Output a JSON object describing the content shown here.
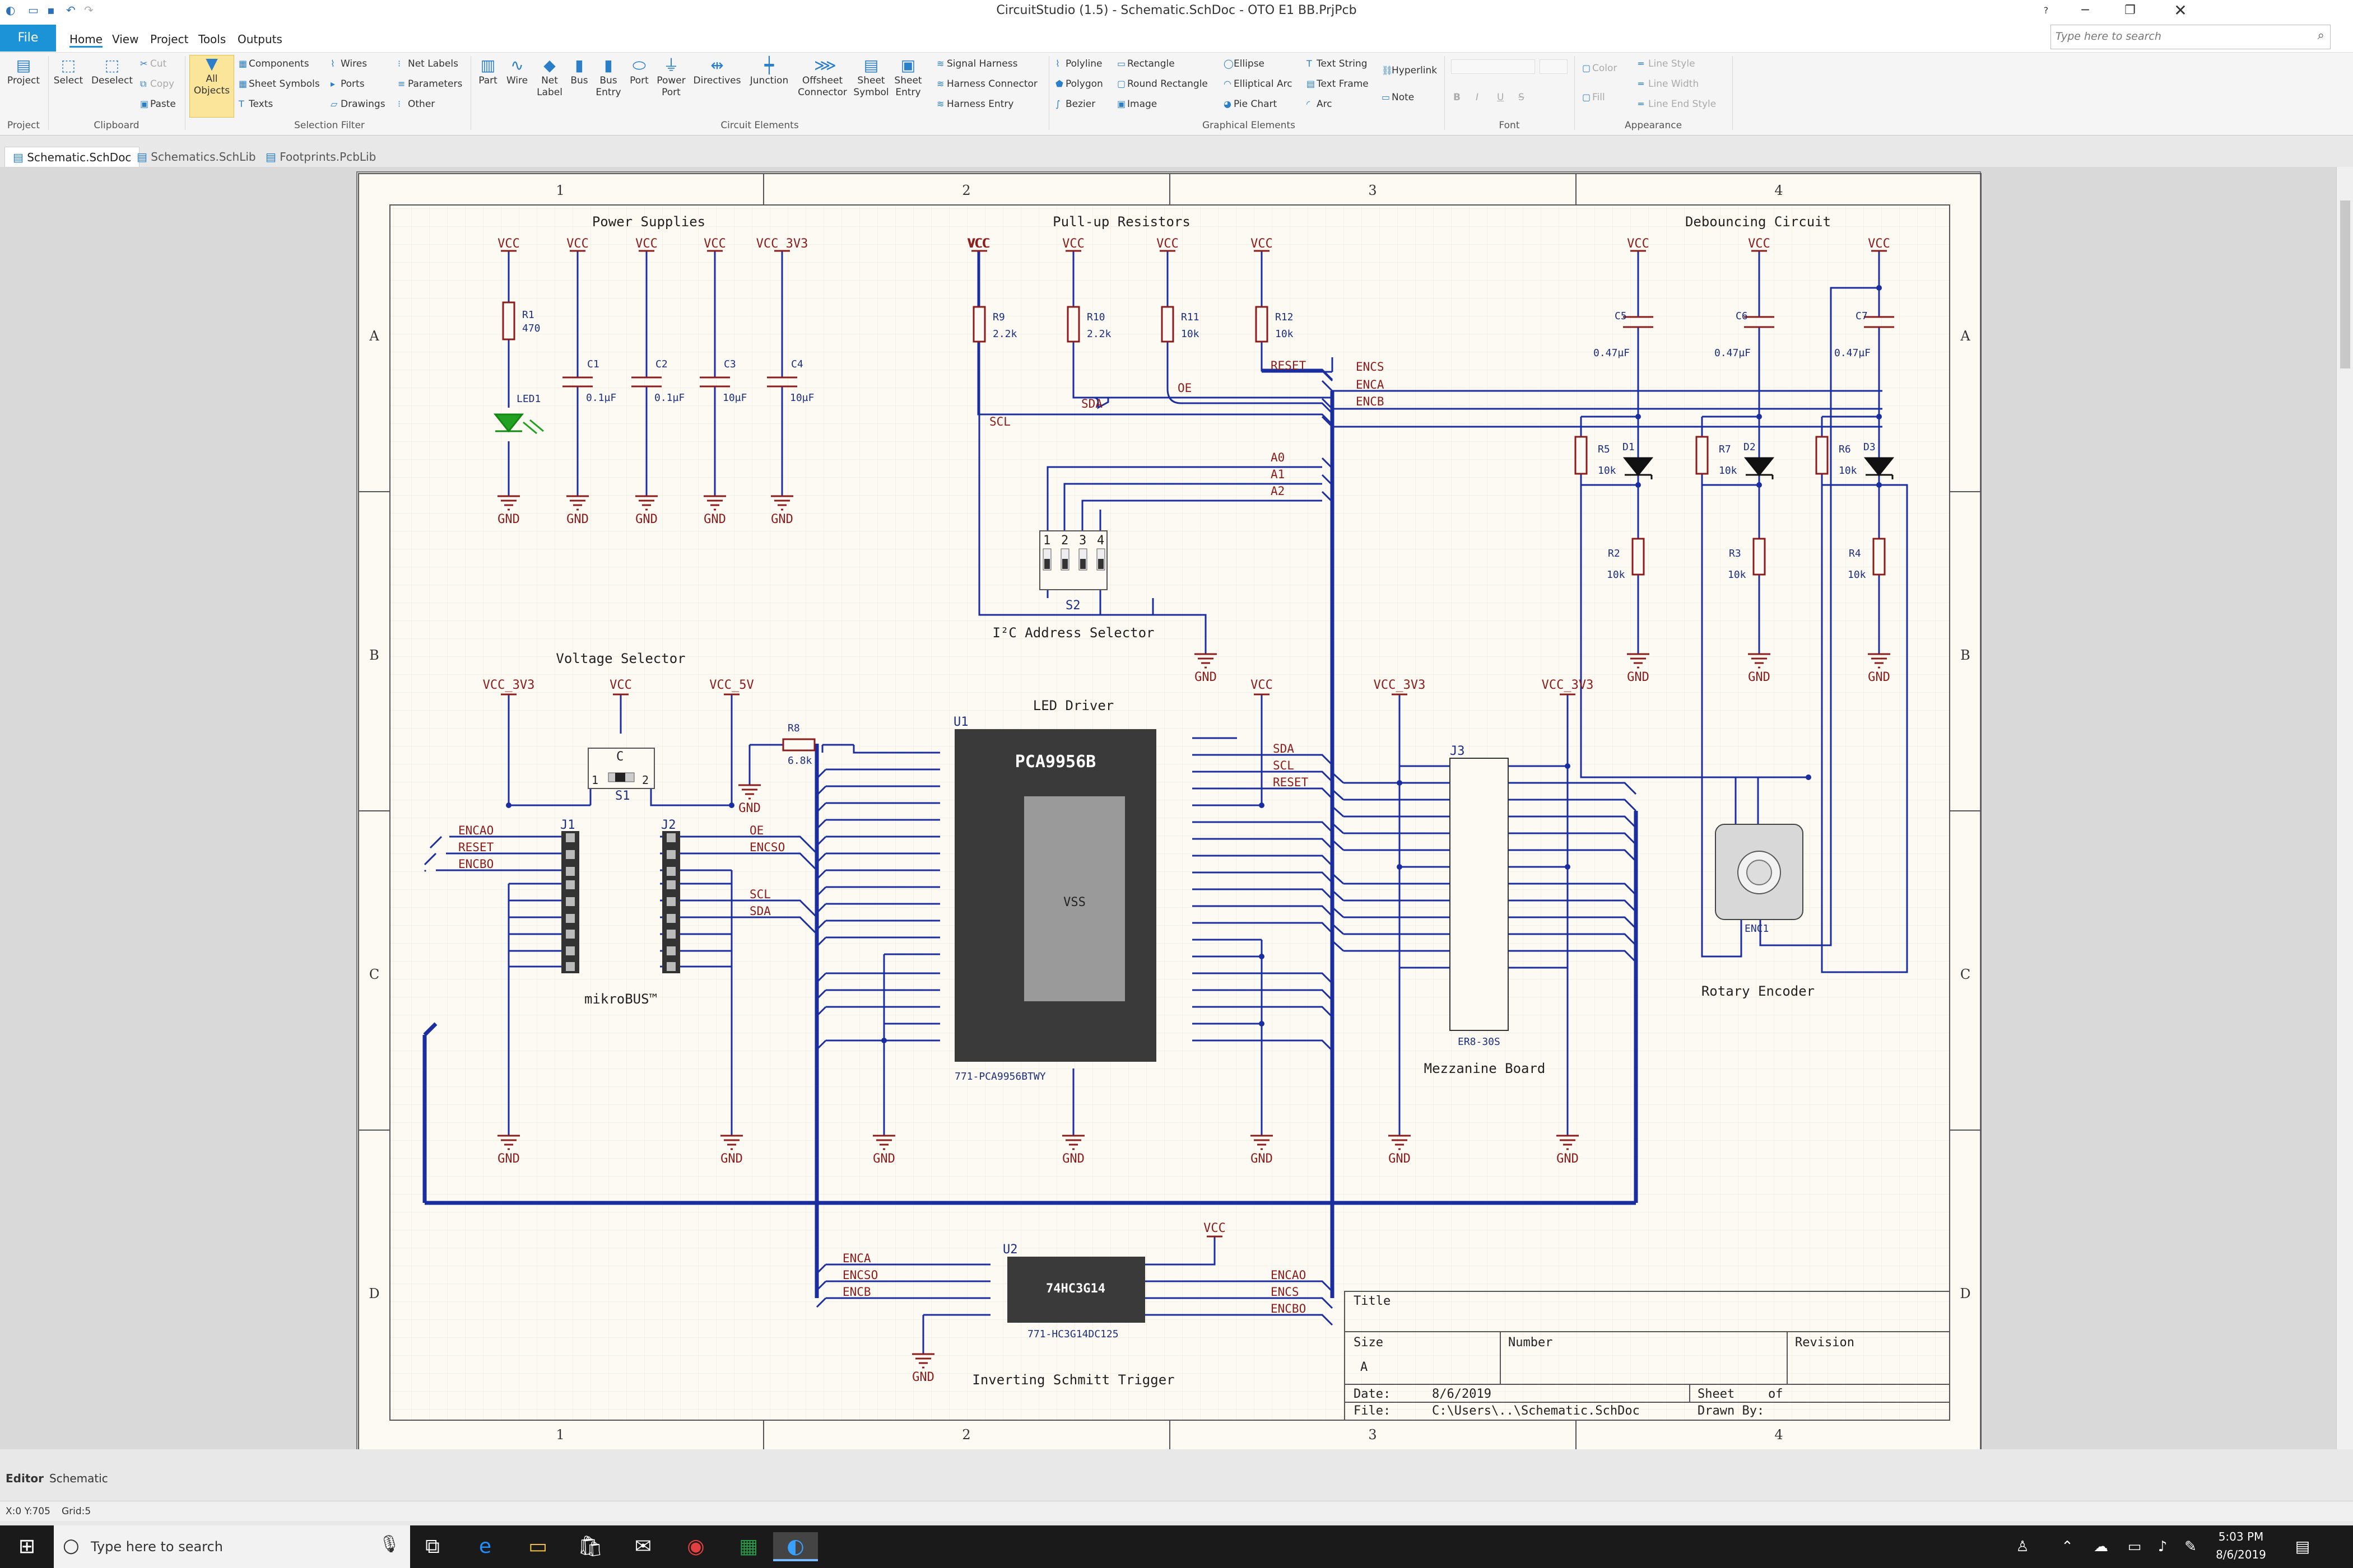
{
  "window": {
    "title": "CircuitStudio (1.5) - Schematic.SchDoc - OTO E1 BB.PrjPcb"
  },
  "menu": {
    "file": "File",
    "tabs": [
      "Home",
      "View",
      "Project",
      "Tools",
      "Outputs"
    ]
  },
  "search": {
    "placeholder": "Type here to search"
  },
  "ribbon": {
    "groups": {
      "project": "Project",
      "clipboard": "Clipboard",
      "selection_filter": "Selection Filter",
      "circuit_elements": "Circuit Elements",
      "graphical_elements": "Graphical Elements",
      "font": "Font",
      "appearance": "Appearance"
    },
    "project_btn": "Project",
    "select": "Select",
    "deselect": "Deselect",
    "cut": "Cut",
    "copy": "Copy",
    "paste": "Paste",
    "all_objects_1": "All",
    "all_objects_2": "Objects",
    "components": "Components",
    "sheet_symbols": "Sheet Symbols",
    "texts": "Texts",
    "wires": "Wires",
    "ports": "Ports",
    "drawings": "Drawings",
    "net_labels": "Net Labels",
    "parameters": "Parameters",
    "other": "Other",
    "part": "Part",
    "wire": "Wire",
    "net_label_1": "Net",
    "net_label_2": "Label",
    "bus": "Bus",
    "bus_entry_1": "Bus",
    "bus_entry_2": "Entry",
    "port": "Port",
    "power_port_1": "Power",
    "power_port_2": "Port",
    "directives": "Directives",
    "junction": "Junction",
    "offsheet_1": "Offsheet",
    "offsheet_2": "Connector",
    "sheet_symbol_1": "Sheet",
    "sheet_symbol_2": "Symbol",
    "sheet_entry_1": "Sheet",
    "sheet_entry_2": "Entry",
    "signal_harness": "Signal Harness",
    "harness_connector": "Harness Connector",
    "harness_entry": "Harness Entry",
    "polyline": "Polyline",
    "polygon": "Polygon",
    "bezier": "Bezier",
    "rectangle": "Rectangle",
    "round_rectangle": "Round Rectangle",
    "image": "Image",
    "ellipse": "Ellipse",
    "elliptical_arc": "Elliptical Arc",
    "pie_chart": "Pie Chart",
    "text_string": "Text String",
    "text_frame": "Text Frame",
    "arc": "Arc",
    "hyperlink": "Hyperlink",
    "note": "Note",
    "bold": "B",
    "italic": "I",
    "underline": "U",
    "strike": "S",
    "color": "Color",
    "fill": "Fill",
    "line_style": "Line Style",
    "line_width": "Line Width",
    "line_end_style": "Line End Style"
  },
  "doc_tabs": [
    "Schematic.SchDoc",
    "Schematics.SchLib",
    "Footprints.PcbLib"
  ],
  "schematic": {
    "cols": [
      "1",
      "2",
      "3",
      "4"
    ],
    "rows": [
      "A",
      "B",
      "C",
      "D"
    ],
    "titles": {
      "power": "Power Supplies",
      "pullup": "Pull-up Resistors",
      "debounce": "Debouncing Circuit",
      "i2c": "I²C Address Selector",
      "voltage": "Voltage Selector",
      "led_driver": "LED Driver",
      "mikrobus": "mikroBUS™",
      "mezz": "Mezzanine Board",
      "encoder": "Rotary Encoder",
      "schmitt": "Inverting Schmitt Trigger"
    },
    "vcc": "VCC",
    "vcc3v3": "VCC_3V3",
    "vcc5v": "VCC_5V",
    "gnd": "GND",
    "r1": "R1",
    "r1v": "470",
    "led1": "LED1",
    "c1": "C1",
    "c2": "C2",
    "c3": "C3",
    "c4": "C4",
    "c01": "0.1µF",
    "c10": "10µF",
    "r9": "R9",
    "r10": "R10",
    "r11": "R11",
    "r12": "R12",
    "v22": "2.2k",
    "v10k": "10k",
    "scl": "SCL",
    "sda": "SDA",
    "oe": "OE",
    "reset": "RESET",
    "enca": "ENCA",
    "encb": "ENCB",
    "encs": "ENCS",
    "encao": "ENCAO",
    "encbo": "ENCBO",
    "encso": "ENCSO",
    "a0": "A0",
    "a1": "A1",
    "a2": "A2",
    "s2": "S2",
    "s1": "S1",
    "s1c": "C",
    "j1": "J1",
    "j2": "J2",
    "j3": "J3",
    "u1": "U1",
    "u2": "U2",
    "r8": "R8",
    "r8v": "6.8k",
    "c5": "C5",
    "c6": "C6",
    "c7": "C7",
    "c047": "0.47µF",
    "r5": "R5",
    "r7": "R7",
    "r6": "R6",
    "r2": "R2",
    "r3": "R3",
    "r4": "R4",
    "d1": "D1",
    "d2": "D2",
    "d3": "D3",
    "enc1": "ENC1",
    "u1_name": "PCA9956B",
    "u1_vss": "VSS",
    "u1_part": "771-PCA9956BTWY",
    "u2_name": "74HC3G14",
    "u2_part": "771-HC3G14DC125",
    "j3_part": "ER8-30S",
    "tb_title": "Title",
    "tb_size": "Size",
    "tb_size_v": "A",
    "tb_number": "Number",
    "tb_revision": "Revision",
    "tb_date": "Date:",
    "tb_date_v": "8/6/2019",
    "tb_sheet": "Sheet",
    "tb_of": "of",
    "tb_file": "File:",
    "tb_file_v": "C:\\Users\\..\\Schematic.SchDoc",
    "tb_drawn": "Drawn By:"
  },
  "panel_tabs": [
    "Editor",
    "Schematic"
  ],
  "status": {
    "coords": "X:0 Y:705",
    "grid": "Grid:5"
  },
  "taskbar": {
    "search": "Type here to search",
    "time": "5:03 PM",
    "date": "8/6/2019"
  }
}
